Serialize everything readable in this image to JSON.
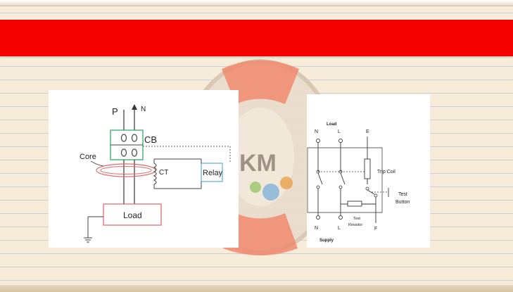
{
  "left_diagram": {
    "phase_label": "P",
    "neutral_label": "N",
    "breaker_label": "CB",
    "core_label": "Core",
    "ct_label": "CT",
    "relay_label": "Relay",
    "load_label": "Load"
  },
  "right_diagram": {
    "load_label": "Load",
    "top_n_label": "N",
    "top_l_label": "L",
    "top_e_label": "E",
    "trip_coil_label": "Trip Coil",
    "test_label": "Test",
    "button_label": "Button",
    "test_resistor_label_1": "Test",
    "test_resistor_label_2": "Resistor",
    "bottom_n_label": "N",
    "bottom_l_label": "L",
    "bottom_f_label": "F",
    "supply_label": "Supply"
  },
  "background": {
    "band_color": "#f40000",
    "logo_text": "KM"
  }
}
